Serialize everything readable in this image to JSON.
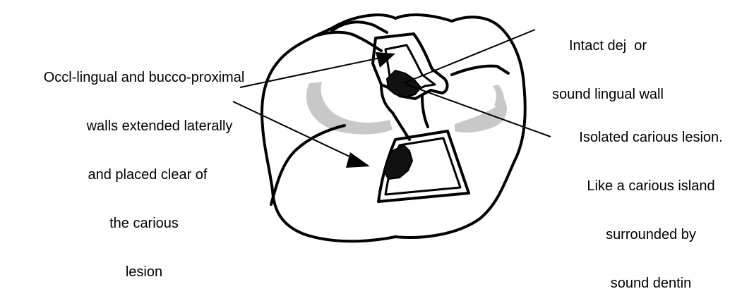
{
  "labels": {
    "walls": [
      "Occl-lingual and bucco-proximal",
      "walls extended laterally",
      "and placed clear of",
      "the carious",
      "lesion"
    ],
    "dej": [
      "Intact dej  or",
      "sound lingual wall"
    ],
    "isolated": [
      "Isolated carious lesion.",
      "Like a carious island",
      "surrounded by",
      "sound dentin"
    ]
  },
  "colors": {
    "outline": "#000000",
    "shading": "#c8c8c8",
    "lesion": "#111111"
  }
}
